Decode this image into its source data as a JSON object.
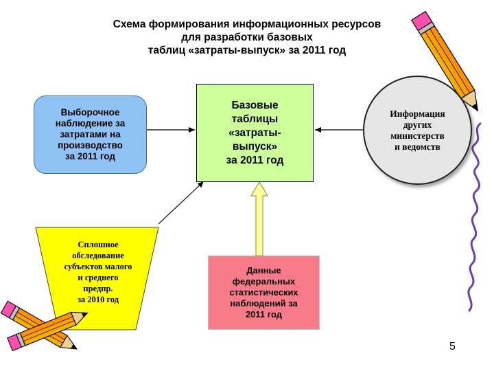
{
  "title": {
    "line1": "Схема формирования информационных ресурсов",
    "line2": "для разработки базовых",
    "line3": "таблиц «затраты-выпуск» за 2011 год"
  },
  "nodes": {
    "sample_survey": [
      "Выборочное",
      "наблюдение за",
      "затратами на",
      "производство",
      "за 2011 год"
    ],
    "base_tables": [
      "Базовые",
      "таблицы",
      "«затраты-",
      "выпуск»",
      "за 2011 год"
    ],
    "ministries": [
      "Информация",
      "других",
      "министерств",
      "и ведомств"
    ],
    "continuous_survey": [
      "Сплошное",
      "обследование",
      "субъектов малого",
      "и среднего",
      "предпр.",
      "за 2010 год"
    ],
    "federal_data": [
      "Данные",
      "федеральных",
      "статистических",
      "наблюдений за",
      "2011 год"
    ]
  },
  "edges": [
    {
      "from": "sample_survey",
      "to": "base_tables"
    },
    {
      "from": "ministries",
      "to": "base_tables"
    },
    {
      "from": "continuous_survey",
      "to": "base_tables"
    },
    {
      "from": "federal_data",
      "to": "base_tables"
    }
  ],
  "page_number": "5",
  "colors": {
    "sample_fill": "#8fc3f6",
    "center_fill": "#ccff99",
    "federal_fill": "#f87b8a",
    "trapezoid_fill": "#ffff00",
    "circle_fill": "#e6e6e6",
    "up_arrow_fill": "#ffff99"
  },
  "decorations": [
    "pencil-icon",
    "pencil-icon",
    "pencil-icon",
    "squiggle-line"
  ]
}
